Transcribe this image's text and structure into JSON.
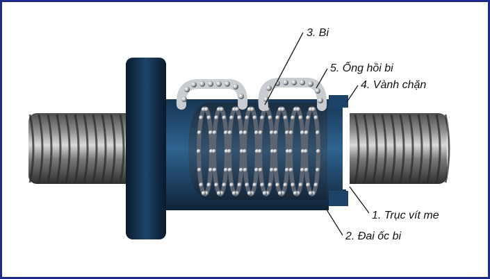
{
  "diagram": {
    "colors": {
      "border": "#1f2a8f",
      "screw_shaft": "#7b7b7b",
      "nut_body": "#1d4468",
      "flange": "#0f2640",
      "ball": "#c9ccd1",
      "return_tube": "#c9ccd1",
      "leader_line": "#222222"
    },
    "labels": {
      "ball": "3. Bi",
      "return_tube": "5. Ống hồi bi",
      "stop_ring": "4. Vành chặn",
      "lead_screw": "1. Trục vít me",
      "ball_nut": "2. Đai ốc bi"
    }
  }
}
